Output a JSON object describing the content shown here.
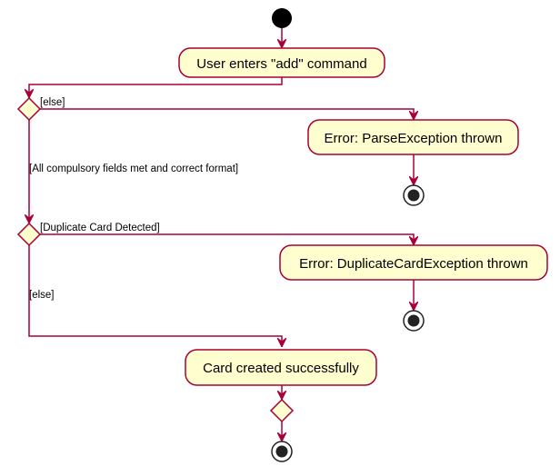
{
  "colors": {
    "line": "#A80036",
    "activity_fill": "#FEFECE",
    "start_fill": "#000000"
  },
  "activities": {
    "user_enters_add": "User enters \"add\" command",
    "parse_exception": "Error: ParseException thrown",
    "duplicate_exception": "Error: DuplicateCardException thrown",
    "card_created": "Card created successfully"
  },
  "guards": {
    "else_first": "[else]",
    "compulsory_fields": "[All compulsory fields met and correct format]",
    "duplicate_detected": "[Duplicate Card Detected]",
    "else_second": "[else]"
  }
}
